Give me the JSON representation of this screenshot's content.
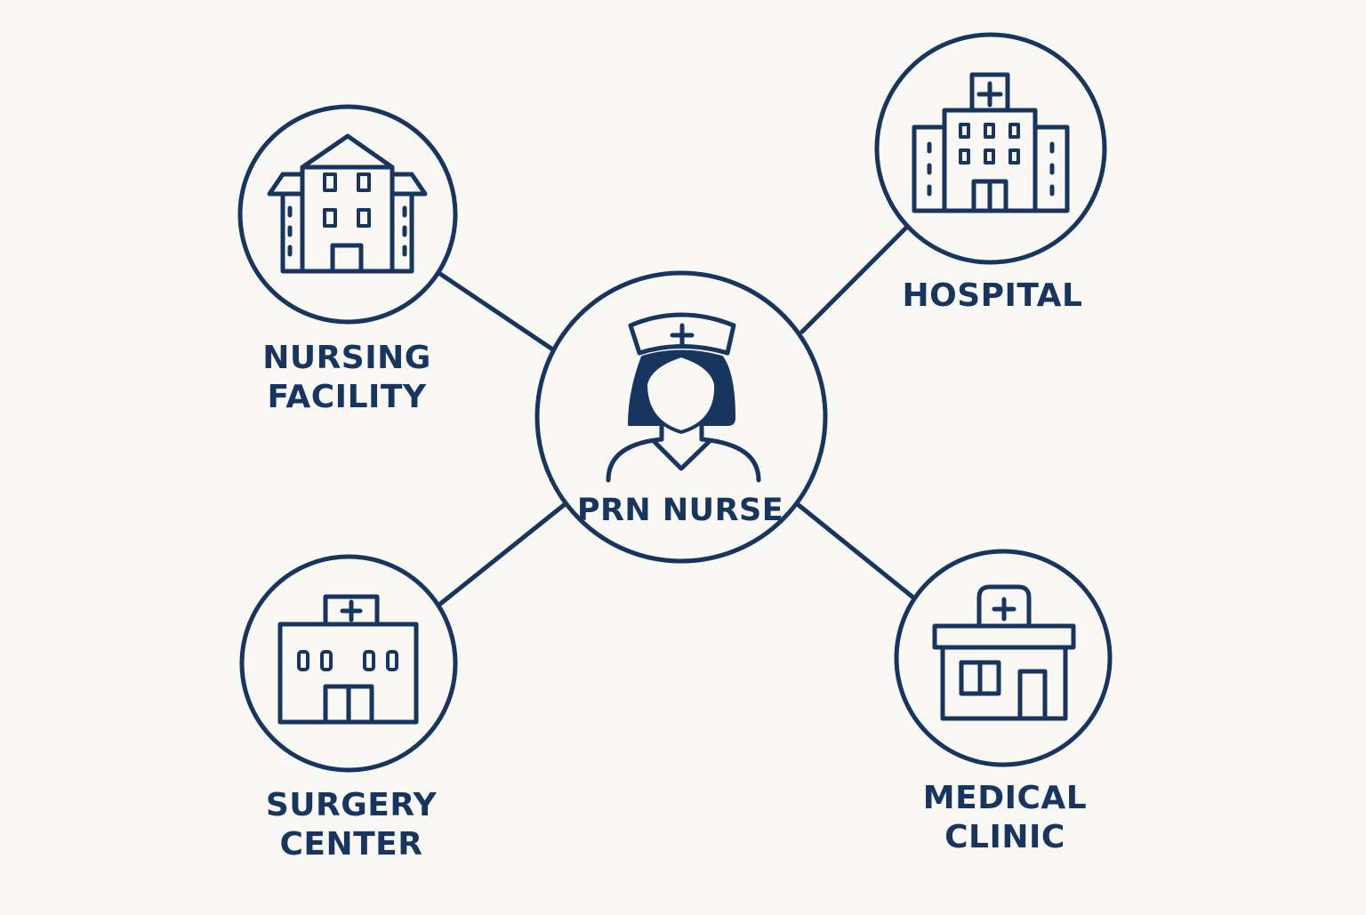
{
  "colors": {
    "background": "#f9f8f4",
    "stroke": "#17355f"
  },
  "center": {
    "label": "PRN NURSE",
    "icon": "nurse-icon"
  },
  "nodes": [
    {
      "id": "nursing-facility",
      "line1": "NURSING",
      "line2": "FACILITY",
      "icon": "nursing-facility-building-icon"
    },
    {
      "id": "hospital",
      "line1": "HOSPITAL",
      "line2": "",
      "icon": "hospital-building-icon"
    },
    {
      "id": "surgery-center",
      "line1": "SURGERY",
      "line2": "CENTER",
      "icon": "surgery-center-building-icon"
    },
    {
      "id": "medical-clinic",
      "line1": "MEDICAL",
      "line2": "CLINIC",
      "icon": "medical-clinic-building-icon"
    }
  ]
}
